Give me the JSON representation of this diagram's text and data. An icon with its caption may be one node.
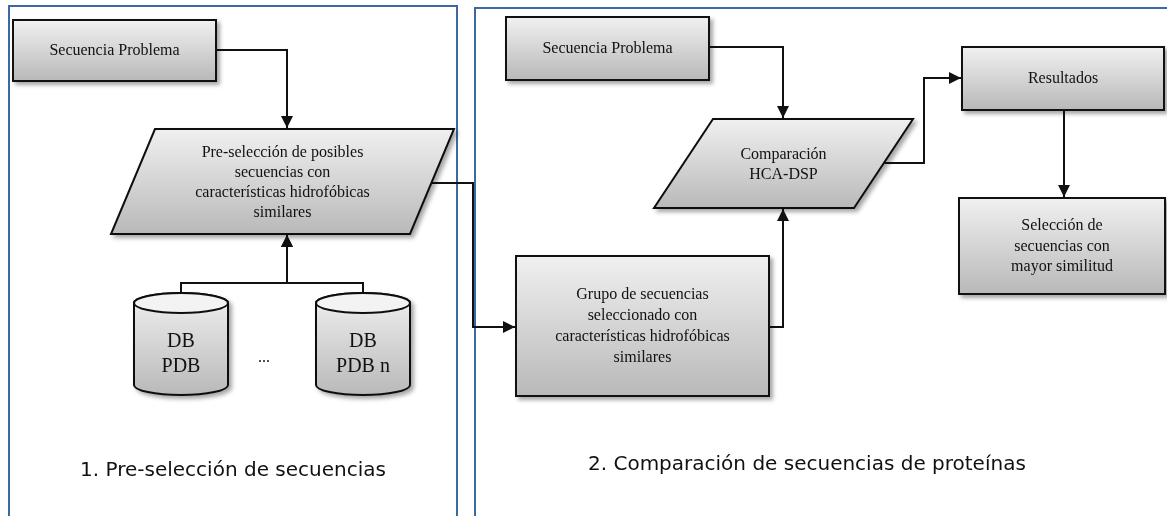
{
  "diagram": {
    "nodes": [
      {
        "text": [
          "1. Pre-selección de secuencias"
        ]
      },
      {
        "text": [
          "Secuencia Problema"
        ],
        "in": 0
      },
      {
        "text": [
          "Pre-selección de posibles secuencias con características hidrofóbicas similares"
        ],
        "in": 0
      },
      {
        "text": [
          "DB PDB"
        ],
        "in": 0
      },
      {
        "text": [
          "DB PDB n"
        ],
        "in": 0
      },
      {
        "text": [
          "2. Comparación de secuencias de proteínas"
        ]
      },
      {
        "text": [
          "Secuencia Problema"
        ],
        "in": 5
      },
      {
        "text": [
          "Comparación HCA-DSP"
        ],
        "in": 5
      },
      {
        "text": [
          "Resultados"
        ],
        "in": 5
      },
      {
        "text": [
          "Selección de secuencias con mayor similitud"
        ],
        "in": 5
      },
      {
        "text": [
          "Grupo de secuencias seleccionado con características hidrofóbicas similares"
        ],
        "in": 5
      }
    ],
    "edges": [
      {
        "from": 1,
        "to": 2,
        "arrow": "to"
      },
      {
        "from": 3,
        "to": 2,
        "arrow": "to"
      },
      {
        "from": 4,
        "to": 2,
        "arrow": "to"
      },
      {
        "from": 2,
        "to": 10,
        "arrow": "to"
      },
      {
        "from": 6,
        "to": 7,
        "arrow": "to"
      },
      {
        "from": 10,
        "to": 7,
        "arrow": "to"
      },
      {
        "from": 7,
        "to": 8,
        "arrow": "to"
      },
      {
        "from": 8,
        "to": 9,
        "arrow": "to"
      }
    ],
    "labels": [
      "..."
    ]
  }
}
